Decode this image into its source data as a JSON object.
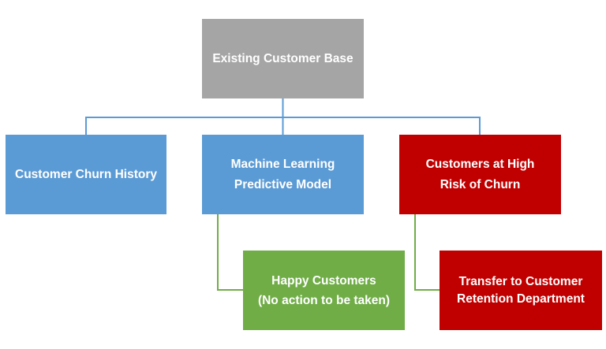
{
  "diagram": {
    "nodes": {
      "root": {
        "label": "Existing Customer Base",
        "color": "#a5a5a5"
      },
      "history": {
        "label": "Customer Churn History",
        "color": "#5b9bd5"
      },
      "model": {
        "label": "Machine Learning\nPredictive Model",
        "color": "#5b9bd5"
      },
      "highrisk": {
        "label": "Customers at High\nRisk of Churn",
        "color": "#c00000"
      },
      "happy": {
        "label": "Happy Customers\n(No action to be taken)",
        "color": "#70ad47"
      },
      "transfer": {
        "label": "Transfer to Customer\nRetention Department",
        "color": "#c00000"
      }
    },
    "edges": [
      {
        "from": "root",
        "to": "history",
        "color": "#5b9bd5"
      },
      {
        "from": "root",
        "to": "model",
        "color": "#5b9bd5"
      },
      {
        "from": "root",
        "to": "highrisk",
        "color": "#5b9bd5"
      },
      {
        "from": "model",
        "to": "happy",
        "color": "#70ad47"
      },
      {
        "from": "highrisk",
        "to": "transfer",
        "color": "#70ad47"
      }
    ]
  }
}
